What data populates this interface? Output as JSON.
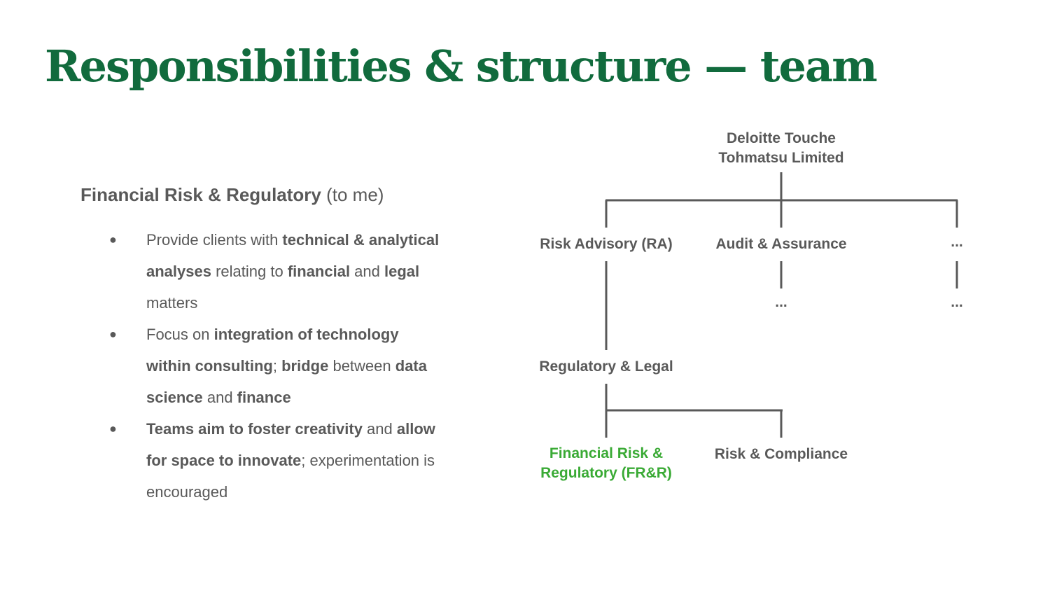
{
  "slide": {
    "title": "Responsibilities & structure — team"
  },
  "left": {
    "heading_bold": "Financial Risk & Regulatory",
    "heading_light": " (to me)",
    "bullet_glyph": "●",
    "bullets": [
      {
        "segments": [
          {
            "t": "Provide clients with ",
            "b": false
          },
          {
            "t": "technical & analytical analyses",
            "b": true
          },
          {
            "t": " relating to ",
            "b": false
          },
          {
            "t": "financial",
            "b": true
          },
          {
            "t": " and ",
            "b": false
          },
          {
            "t": "legal",
            "b": true
          },
          {
            "t": " matters",
            "b": false
          }
        ]
      },
      {
        "segments": [
          {
            "t": "Focus on ",
            "b": false
          },
          {
            "t": "integration of technology within consulting",
            "b": true
          },
          {
            "t": "; ",
            "b": false
          },
          {
            "t": "bridge",
            "b": true
          },
          {
            "t": " between ",
            "b": false
          },
          {
            "t": "data science",
            "b": true
          },
          {
            "t": " and ",
            "b": false
          },
          {
            "t": "finance",
            "b": true
          }
        ]
      },
      {
        "segments": [
          {
            "t": "Teams aim to foster creativity",
            "b": true
          },
          {
            "t": " and ",
            "b": false
          },
          {
            "t": "allow for space to innovate",
            "b": true
          },
          {
            "t": "; experimentation is encouraged",
            "b": false
          }
        ]
      }
    ]
  },
  "org": {
    "root": [
      "Deloitte Touche",
      "Tohmatsu Limited"
    ],
    "ra": "Risk Advisory (RA)",
    "audit": "Audit & Assurance",
    "other": "...",
    "audit_child": "...",
    "other_child": "...",
    "regulatory": "Regulatory & Legal",
    "frr": [
      "Financial Risk &",
      "Regulatory (FR&R)"
    ],
    "compliance": "Risk & Compliance",
    "highlight_color": "#3aaa35",
    "line_color": "#595959"
  }
}
